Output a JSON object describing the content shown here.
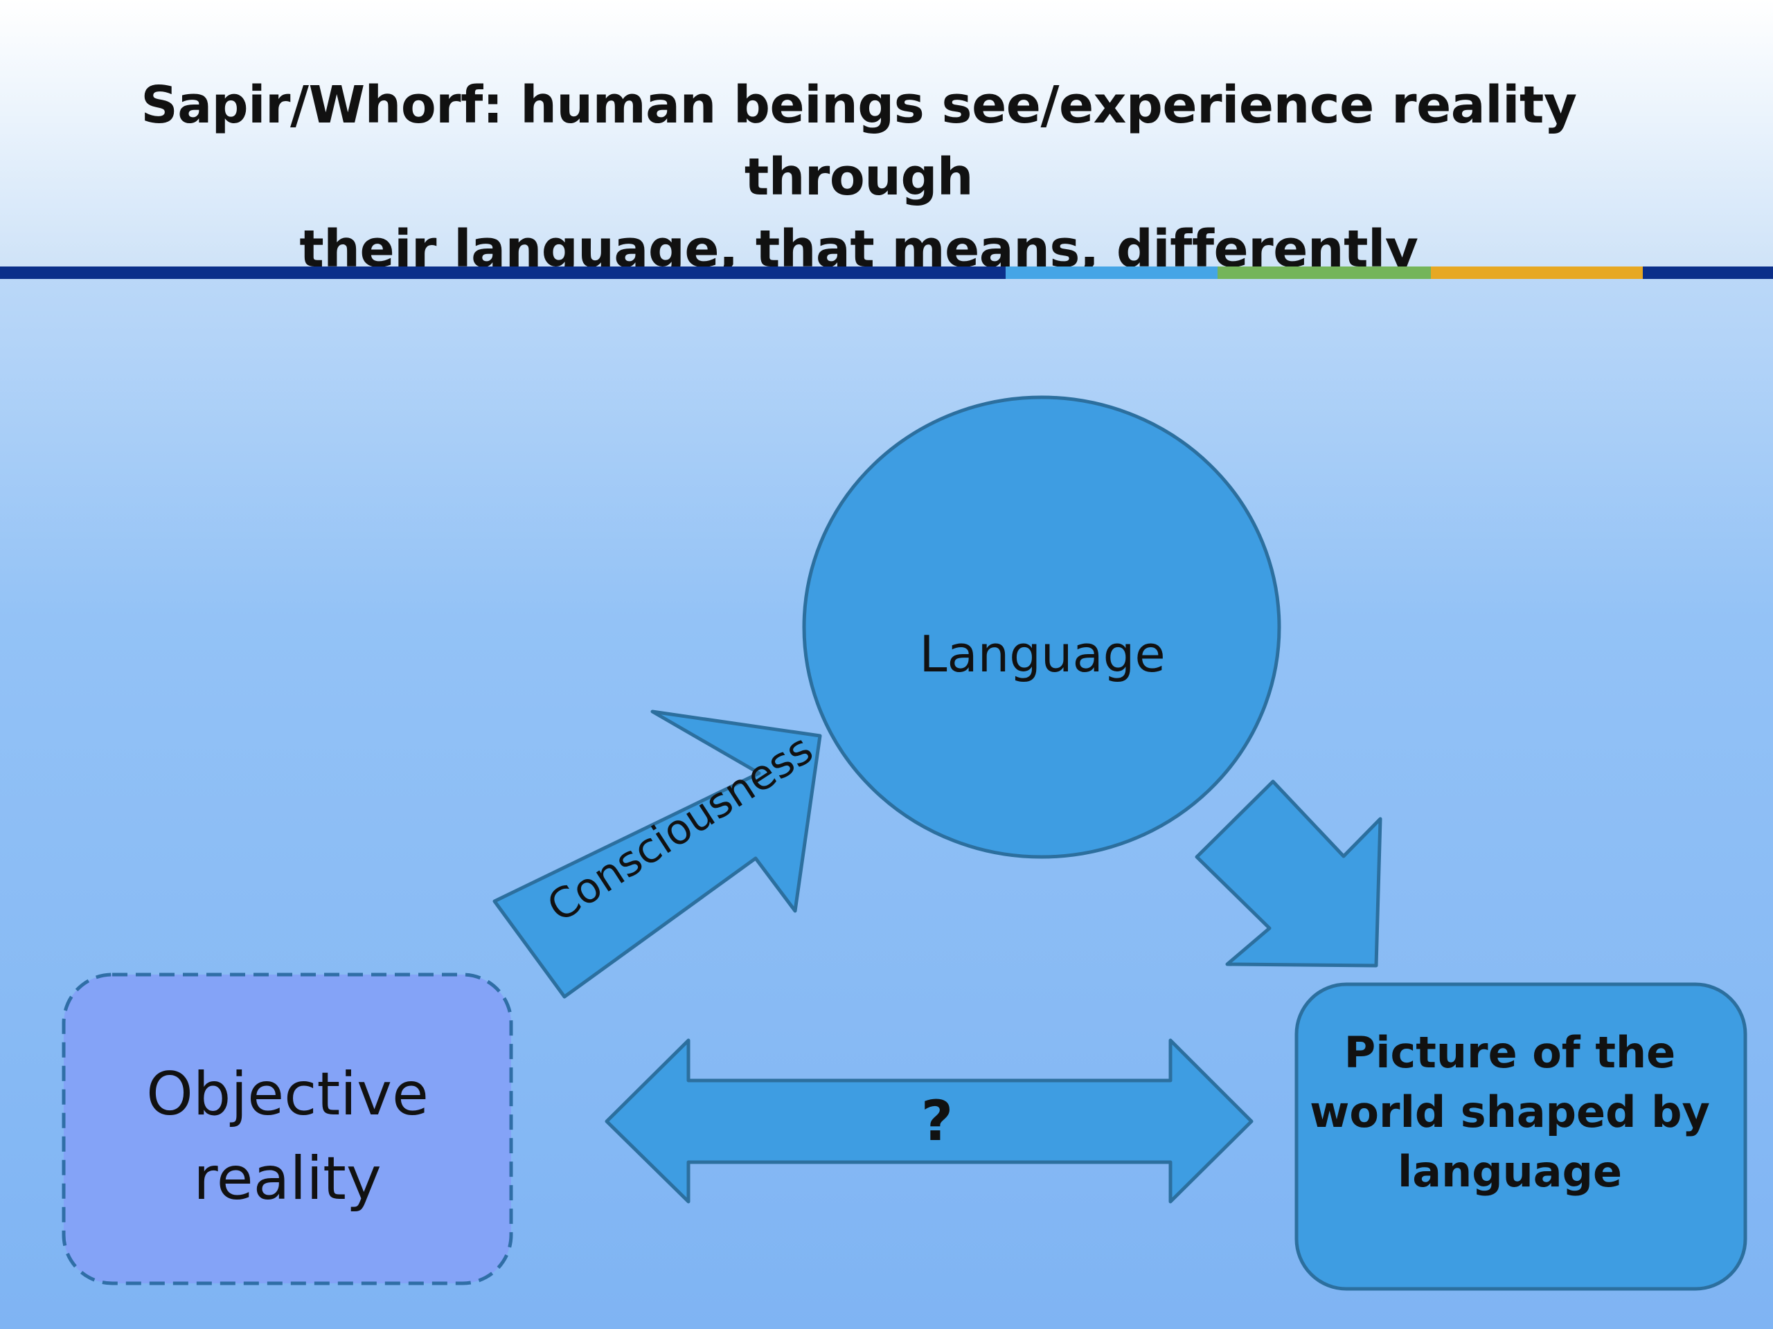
{
  "slide": {
    "title_line1": "Sapir/Whorf: human beings see/experience reality through",
    "title_line2": "their language, that means, differently"
  },
  "diagram": {
    "nodes": {
      "objective_reality": "Objective reality",
      "language": "Language",
      "picture": "Picture of the world shaped by language"
    },
    "edges": {
      "consciousness": "Consciousness",
      "question": "?"
    }
  },
  "colors": {
    "accent_dark_blue": "#0b2f8a",
    "accent_light_blue": "#45a5e6",
    "accent_green": "#74b55a",
    "accent_orange": "#e7a823",
    "shape_fill": "#3e9de2",
    "shape_stroke": "#2c6f9e",
    "objective_fill": "#84a3f7"
  }
}
